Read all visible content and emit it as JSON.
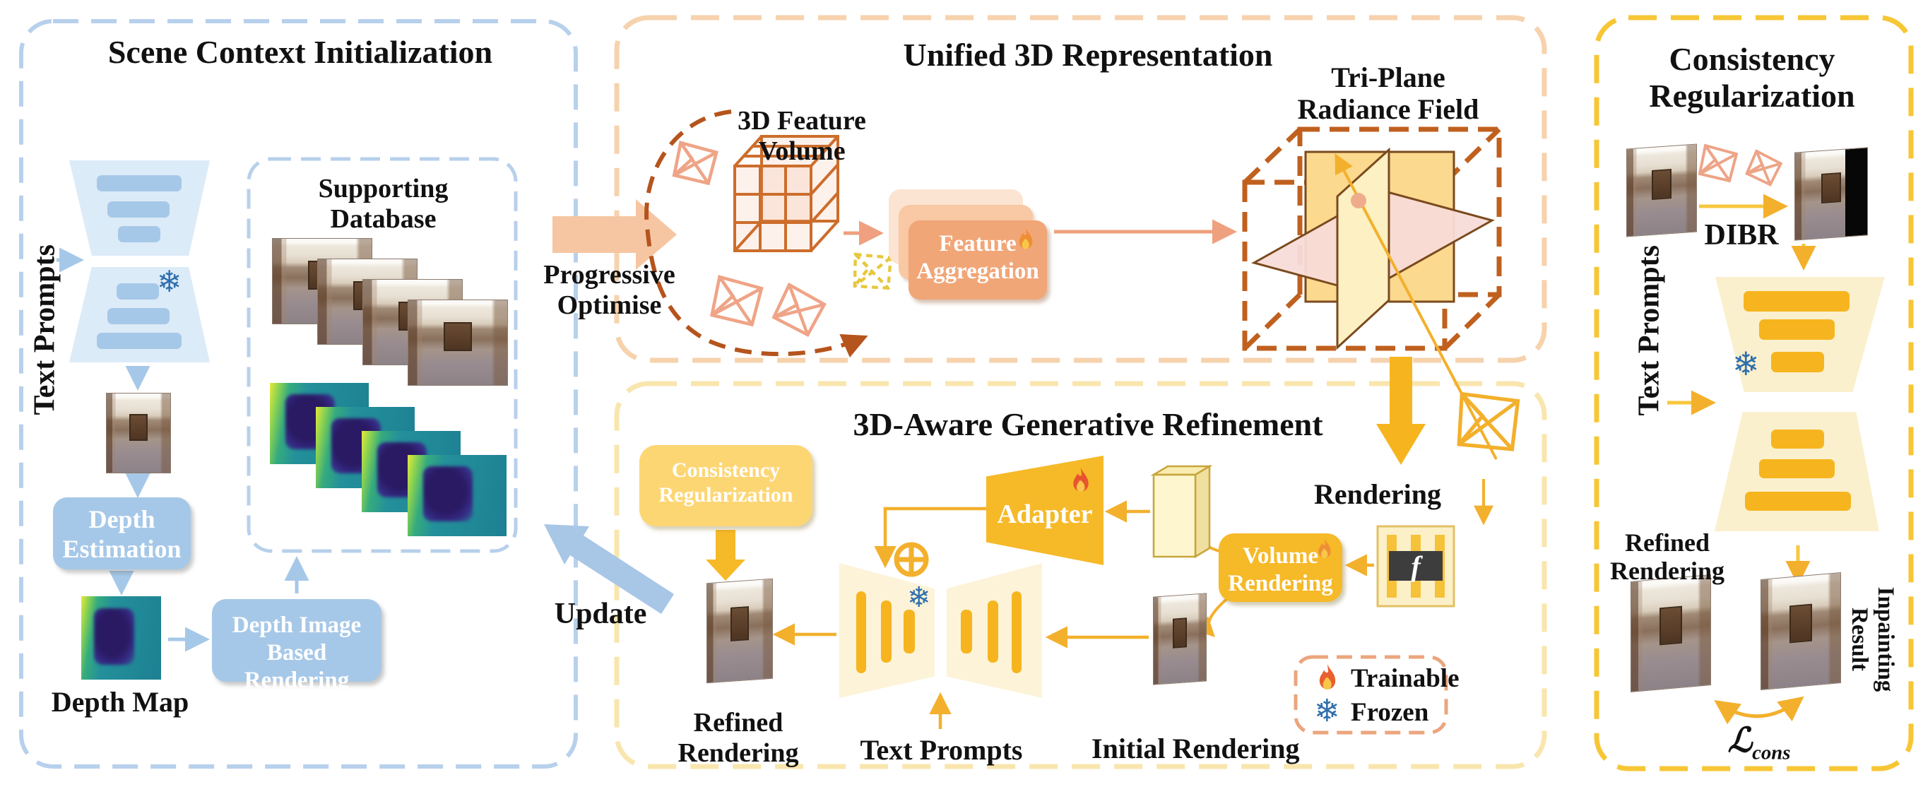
{
  "colors": {
    "blue_border": "#b7d0ec",
    "blue_fill": "#a6c8e8",
    "blue_trap": "#dcebf8",
    "peach_border": "#f6d2ad",
    "peach_box": "#f1a678",
    "peach_arrow": "#f6c6a2",
    "orange_wire": "#cc6d2b",
    "dark_orange_dash": "#c0601f",
    "pale_yellow_border": "#f9e6ae",
    "yellow_border": "#f7c635",
    "gold": "#f6b928",
    "gold_light_box": "#fdd674",
    "cream": "#fdf3d8",
    "snow_blue": "#2f6fae",
    "f_dark": "#3d3d3d"
  },
  "panels": {
    "scene": {
      "title": "Scene Context Initialization"
    },
    "unified": {
      "title": "Unified 3D Representation"
    },
    "refinement": {
      "title": "3D-Aware Generative Refinement"
    },
    "consistency": {
      "title_line1": "Consistency",
      "title_line2": "Regularization"
    }
  },
  "scene": {
    "text_prompts": "Text Prompts",
    "database_line1": "Supporting",
    "database_line2": "Database",
    "depth_est_line1": "Depth",
    "depth_est_line2": "Estimation",
    "depth_map_label": "Depth Map",
    "dibr_line1": "Depth Image Based",
    "dibr_line2": "Rendering"
  },
  "unified": {
    "progressive_line1": "Progressive",
    "progressive_line2": "Optimise",
    "feature_volume_line1": "3D Feature",
    "feature_volume_line2": "Volume",
    "feature_agg_line1": "Feature",
    "feature_agg_line2": "Aggregation",
    "triplane_line1": "Tri-Plane",
    "triplane_line2": "Radiance Field"
  },
  "refinement": {
    "rendering_label": "Rendering",
    "update_label": "Update",
    "consistency_box_line1": "Consistency",
    "consistency_box_line2": "Regularization",
    "adapter_label": "Adapter",
    "volume_rendering_line1": "Volume",
    "volume_rendering_line2": "Rendering",
    "f_label": "f",
    "refined_line1": "Refined",
    "refined_line2": "Rendering",
    "text_prompts_label": "Text Prompts",
    "initial_label": "Initial Rendering",
    "legend": {
      "trainable": "Trainable",
      "frozen": "Frozen"
    }
  },
  "consistency": {
    "dibr_label": "DIBR",
    "text_prompts": "Text Prompts",
    "refined_line1": "Refined",
    "refined_line2": "Rendering",
    "inpainting_line1": "Inpainting",
    "inpainting_line2": "Result",
    "loss_symbol": "ℒ",
    "loss_sub": "cons"
  },
  "icons": {
    "snowflake": "❄"
  }
}
